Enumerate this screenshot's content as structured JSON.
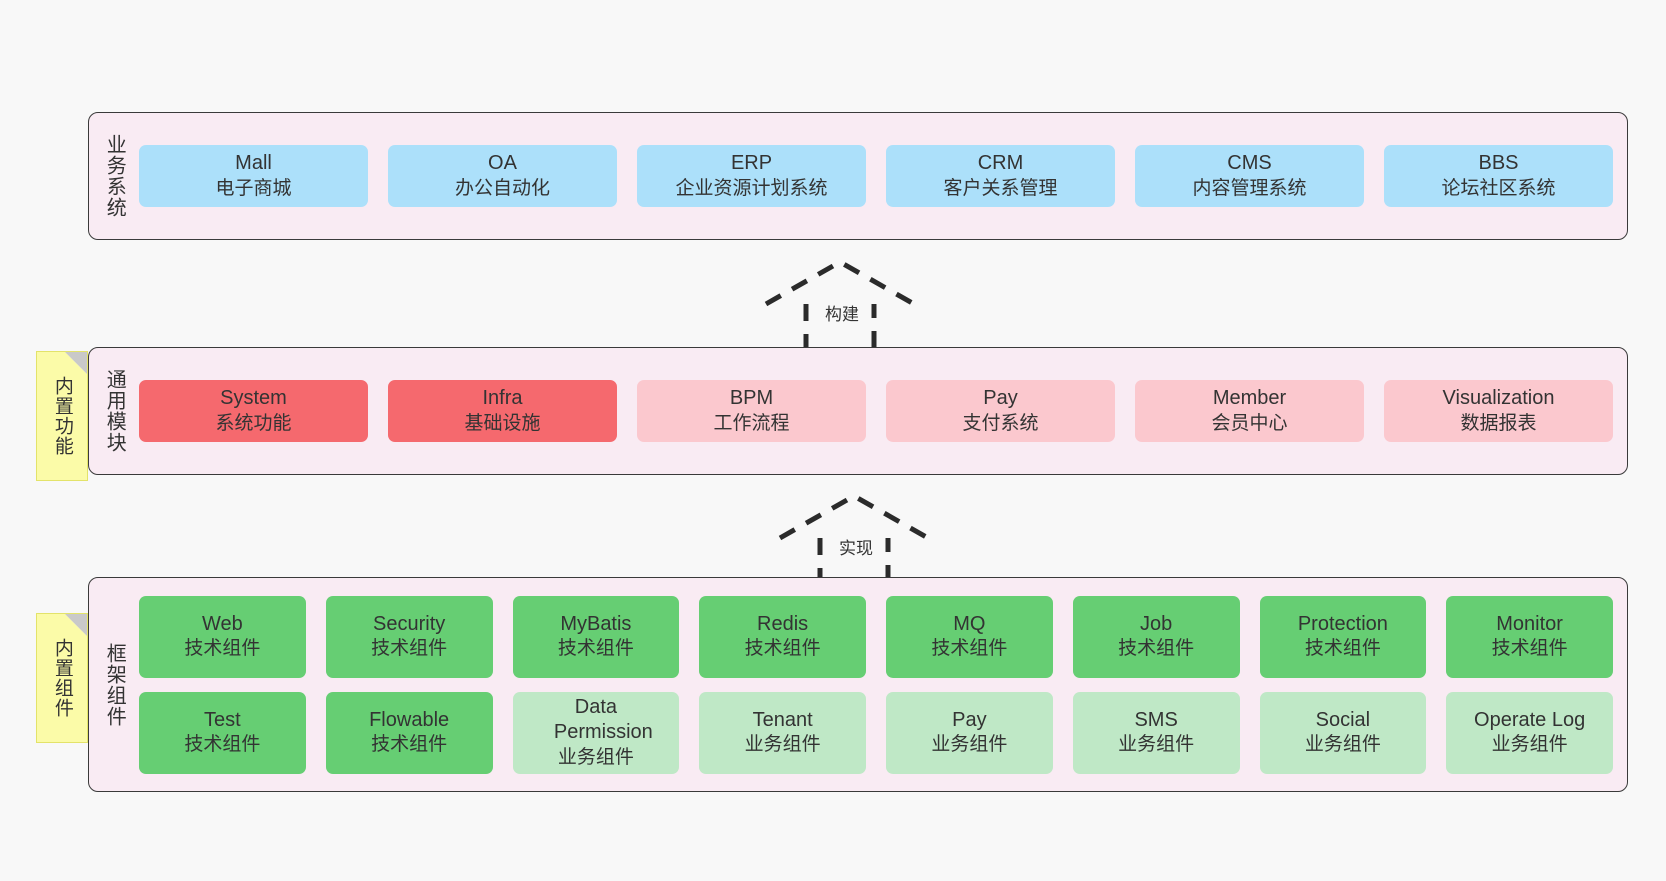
{
  "diagram": {
    "title": "ruoyi-vue-pro architecture layers",
    "background": "#f8f8f8",
    "colors": {
      "panel": "#f9ebf3",
      "panel_border": "#3a3a3a",
      "business_card": "#ace0fa",
      "core_module_active": "#f5696e",
      "core_module_plain": "#fbc8ce",
      "tech_component": "#66ce73",
      "biz_component": "#bfe8c6",
      "note": "#fbfba8",
      "note_border": "#e3e36a",
      "text": "#333333"
    }
  },
  "layers": [
    {
      "id": "business-system",
      "title": "业务系统",
      "note": null,
      "rows": [
        {
          "cards": [
            {
              "en": "Mall",
              "zh": "电子商城",
              "style": "c-blue"
            },
            {
              "en": "OA",
              "zh": "办公自动化",
              "style": "c-blue"
            },
            {
              "en": "ERP",
              "zh": "企业资源计划系统",
              "style": "c-blue"
            },
            {
              "en": "CRM",
              "zh": "客户关系管理",
              "style": "c-blue"
            },
            {
              "en": "CMS",
              "zh": "内容管理系统",
              "style": "c-blue"
            },
            {
              "en": "BBS",
              "zh": "论坛社区系统",
              "style": "c-blue"
            }
          ]
        }
      ]
    },
    {
      "id": "common-module",
      "title": "通用模块",
      "note": "内置功能",
      "rows": [
        {
          "cards": [
            {
              "en": "System",
              "zh": "系统功能",
              "style": "c-red"
            },
            {
              "en": "Infra",
              "zh": "基础设施",
              "style": "c-red"
            },
            {
              "en": "BPM",
              "zh": "工作流程",
              "style": "c-pink"
            },
            {
              "en": "Pay",
              "zh": "支付系统",
              "style": "c-pink"
            },
            {
              "en": "Member",
              "zh": "会员中心",
              "style": "c-pink"
            },
            {
              "en": "Visualization",
              "zh": "数据报表",
              "style": "c-pink"
            }
          ]
        }
      ]
    },
    {
      "id": "framework-component",
      "title": "框架组件",
      "note": "内置组件",
      "rows": [
        {
          "cards": [
            {
              "en": "Web",
              "zh": "技术组件",
              "style": "c-green"
            },
            {
              "en": "Security",
              "zh": "技术组件",
              "style": "c-green"
            },
            {
              "en": "MyBatis",
              "zh": "技术组件",
              "style": "c-green"
            },
            {
              "en": "Redis",
              "zh": "技术组件",
              "style": "c-green"
            },
            {
              "en": "MQ",
              "zh": "技术组件",
              "style": "c-green"
            },
            {
              "en": "Job",
              "zh": "技术组件",
              "style": "c-green"
            },
            {
              "en": "Protection",
              "zh": "技术组件",
              "style": "c-green"
            },
            {
              "en": "Monitor",
              "zh": "技术组件",
              "style": "c-green"
            }
          ]
        },
        {
          "cards": [
            {
              "en": "Test",
              "zh": "技术组件",
              "style": "c-green"
            },
            {
              "en": "Flowable",
              "zh": "技术组件",
              "style": "c-green"
            },
            {
              "en": "Data Permission",
              "zh": "业务组件",
              "style": "c-lightgreen"
            },
            {
              "en": "Tenant",
              "zh": "业务组件",
              "style": "c-lightgreen"
            },
            {
              "en": "Pay",
              "zh": "业务组件",
              "style": "c-lightgreen"
            },
            {
              "en": "SMS",
              "zh": "业务组件",
              "style": "c-lightgreen"
            },
            {
              "en": "Social",
              "zh": "业务组件",
              "style": "c-lightgreen"
            },
            {
              "en": "Operate Log",
              "zh": "业务组件",
              "style": "c-lightgreen"
            }
          ]
        }
      ]
    }
  ],
  "connectors": [
    {
      "id": "build",
      "label": "构建",
      "from": "common-module",
      "to": "business-system"
    },
    {
      "id": "implement",
      "label": "实现",
      "from": "framework-component",
      "to": "common-module"
    }
  ]
}
